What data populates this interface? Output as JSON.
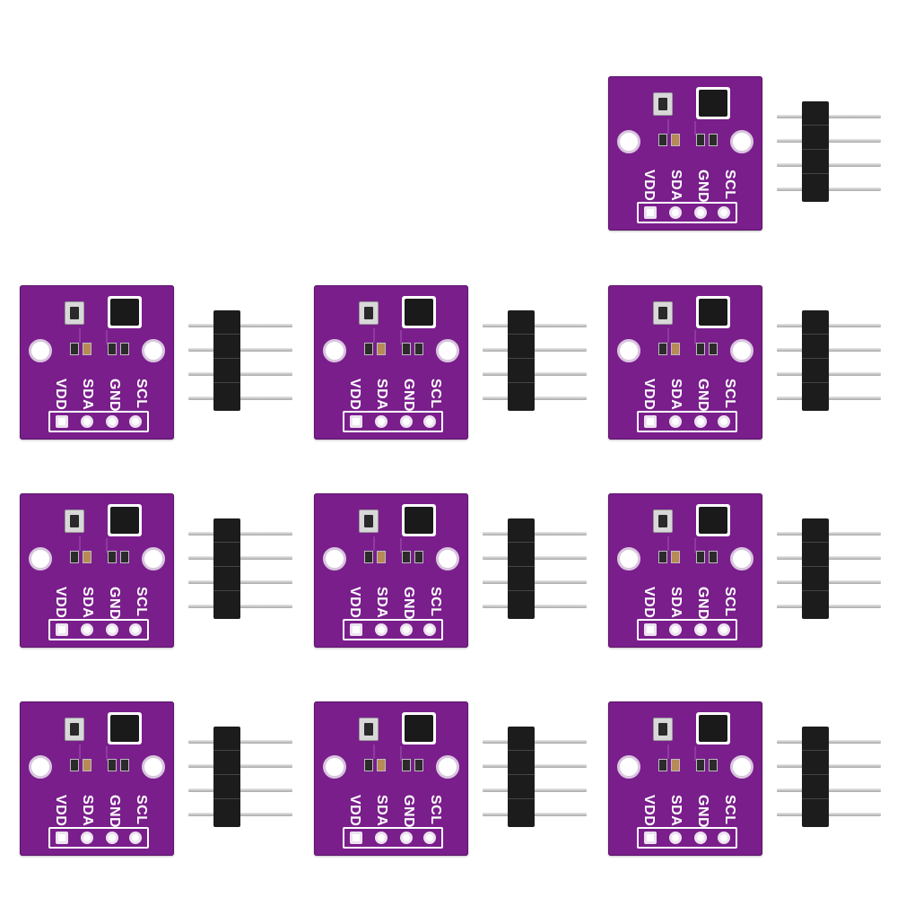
{
  "product": {
    "module_count": 10,
    "board_color": "#7a1e8c",
    "pin_labels": [
      "VDD",
      "SDA",
      "GND",
      "SCL"
    ]
  }
}
